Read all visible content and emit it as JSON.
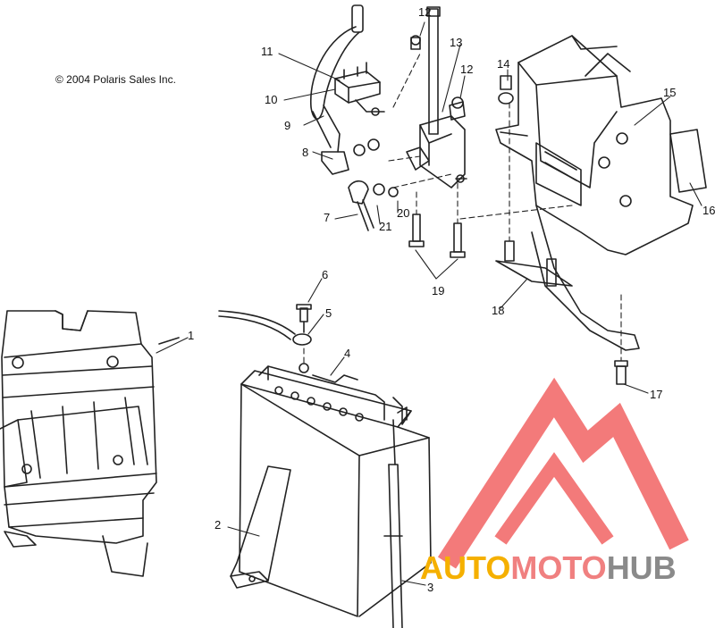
{
  "copyright": "© 2004 Polaris Sales Inc.",
  "callouts": [
    "1",
    "2",
    "3",
    "4",
    "5",
    "6",
    "7",
    "8",
    "9",
    "10",
    "11",
    "12",
    "12",
    "13",
    "14",
    "15",
    "16",
    "17",
    "18",
    "19",
    "20",
    "21"
  ],
  "watermark": {
    "part1": "AUTO",
    "part2": "MOTO",
    "part3": "HUB",
    "colors": {
      "auto": "#f5b000",
      "moto": "#f08080",
      "hub": "#8a8a8a",
      "logo": "#f26c6c"
    }
  }
}
